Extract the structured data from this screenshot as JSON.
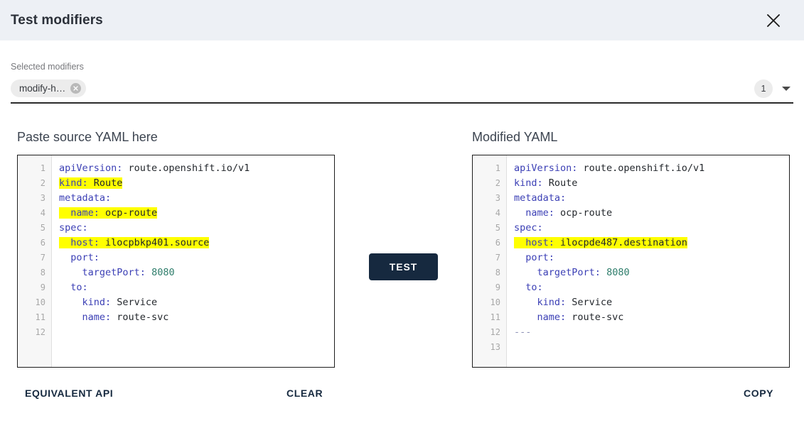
{
  "header": {
    "title": "Test modifiers",
    "close_icon": "close-icon"
  },
  "modifiers_field": {
    "label": "Selected modifiers",
    "chips": [
      {
        "label": "modify-h…",
        "remove_icon": "close-circle-icon"
      }
    ],
    "count": "1",
    "dropdown_icon": "chevron-down-icon"
  },
  "panels": {
    "left": {
      "heading": "Paste source YAML here",
      "line_numbers": [
        "1",
        "2",
        "3",
        "4",
        "5",
        "6",
        "7",
        "8",
        "9",
        "10",
        "11",
        "12"
      ],
      "lines": [
        {
          "n": 1,
          "highlight": false,
          "segments": [
            {
              "t": "apiVersion:",
              "c": "k"
            },
            {
              "t": " route.openshift.io/v1",
              "c": "v"
            }
          ]
        },
        {
          "n": 2,
          "highlight": true,
          "segments": [
            {
              "t": "kind:",
              "c": "k"
            },
            {
              "t": " Route",
              "c": "v"
            }
          ]
        },
        {
          "n": 3,
          "highlight": false,
          "segments": [
            {
              "t": "metadata:",
              "c": "k"
            }
          ]
        },
        {
          "n": 4,
          "highlight": true,
          "segments": [
            {
              "t": "  name:",
              "c": "k"
            },
            {
              "t": " ocp-route",
              "c": "v"
            }
          ]
        },
        {
          "n": 5,
          "highlight": false,
          "segments": [
            {
              "t": "spec:",
              "c": "k"
            }
          ]
        },
        {
          "n": 6,
          "highlight": true,
          "segments": [
            {
              "t": "  host:",
              "c": "k"
            },
            {
              "t": " ilocpbkp401.source",
              "c": "v"
            }
          ]
        },
        {
          "n": 7,
          "highlight": false,
          "segments": [
            {
              "t": "  port:",
              "c": "k"
            }
          ]
        },
        {
          "n": 8,
          "highlight": false,
          "segments": [
            {
              "t": "    targetPort:",
              "c": "k"
            },
            {
              "t": " ",
              "c": "v"
            },
            {
              "t": "8080",
              "c": "num"
            }
          ]
        },
        {
          "n": 9,
          "highlight": false,
          "segments": [
            {
              "t": "  to:",
              "c": "k"
            }
          ]
        },
        {
          "n": 10,
          "highlight": false,
          "segments": [
            {
              "t": "    kind:",
              "c": "k"
            },
            {
              "t": " Service",
              "c": "v"
            }
          ]
        },
        {
          "n": 11,
          "highlight": false,
          "segments": [
            {
              "t": "    name:",
              "c": "k"
            },
            {
              "t": " route-svc",
              "c": "v"
            }
          ]
        },
        {
          "n": 12,
          "highlight": false,
          "segments": []
        }
      ]
    },
    "right": {
      "heading": "Modified YAML",
      "line_numbers": [
        "1",
        "2",
        "3",
        "4",
        "5",
        "6",
        "7",
        "8",
        "9",
        "10",
        "11",
        "12",
        "13"
      ],
      "lines": [
        {
          "n": 1,
          "highlight": false,
          "segments": [
            {
              "t": "apiVersion:",
              "c": "k"
            },
            {
              "t": " route.openshift.io/v1",
              "c": "v"
            }
          ]
        },
        {
          "n": 2,
          "highlight": false,
          "segments": [
            {
              "t": "kind:",
              "c": "k"
            },
            {
              "t": " Route",
              "c": "v"
            }
          ]
        },
        {
          "n": 3,
          "highlight": false,
          "segments": [
            {
              "t": "metadata:",
              "c": "k"
            }
          ]
        },
        {
          "n": 4,
          "highlight": false,
          "segments": [
            {
              "t": "  name:",
              "c": "k"
            },
            {
              "t": " ocp-route",
              "c": "v"
            }
          ]
        },
        {
          "n": 5,
          "highlight": false,
          "segments": [
            {
              "t": "spec:",
              "c": "k"
            }
          ]
        },
        {
          "n": 6,
          "highlight": true,
          "segments": [
            {
              "t": "  host:",
              "c": "k"
            },
            {
              "t": " ilocpde487.destination",
              "c": "v"
            }
          ]
        },
        {
          "n": 7,
          "highlight": false,
          "segments": [
            {
              "t": "  port:",
              "c": "k"
            }
          ]
        },
        {
          "n": 8,
          "highlight": false,
          "segments": [
            {
              "t": "    targetPort:",
              "c": "k"
            },
            {
              "t": " ",
              "c": "v"
            },
            {
              "t": "8080",
              "c": "num"
            }
          ]
        },
        {
          "n": 9,
          "highlight": false,
          "segments": [
            {
              "t": "  to:",
              "c": "k"
            }
          ]
        },
        {
          "n": 10,
          "highlight": false,
          "segments": [
            {
              "t": "    kind:",
              "c": "k"
            },
            {
              "t": " Service",
              "c": "v"
            }
          ]
        },
        {
          "n": 11,
          "highlight": false,
          "segments": [
            {
              "t": "    name:",
              "c": "k"
            },
            {
              "t": " route-svc",
              "c": "v"
            }
          ]
        },
        {
          "n": 12,
          "highlight": false,
          "segments": [
            {
              "t": "---",
              "c": "doc"
            }
          ]
        },
        {
          "n": 13,
          "highlight": false,
          "segments": []
        }
      ]
    }
  },
  "actions": {
    "test_label": "TEST",
    "equivalent_api_label": "EQUIVALENT API",
    "clear_label": "CLEAR",
    "copy_label": "COPY"
  },
  "colors": {
    "header_bg": "#edf0f5",
    "accent_dark": "#16293f",
    "highlight": "#ffff00",
    "yaml_key": "#3b3fb5",
    "yaml_value": "#23272c",
    "yaml_number": "#2e7d6b",
    "chip_bg": "#ececec"
  }
}
